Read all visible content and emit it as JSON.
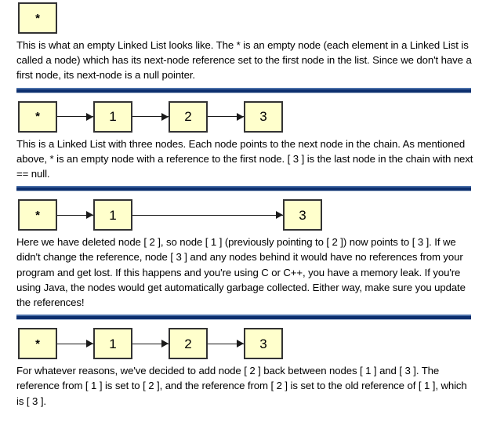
{
  "page": {
    "background": "#ffffff",
    "node_fill": "#ffffcc",
    "node_border": "#333333",
    "divider_color": "#0d2f6e",
    "text_color": "#000000"
  },
  "labels": {
    "star": "*",
    "one": "1",
    "two": "2",
    "three": "3"
  },
  "sections": [
    {
      "id": "empty-list",
      "nodes": [
        "*"
      ],
      "arrows": [],
      "text": "This is what an empty Linked List looks like. The * is an empty node (each element in a Linked List is called a node) which has its next-node reference set to the first node in the list. Since we don't have a first node, its next-node is a null pointer.",
      "divider_after": true
    },
    {
      "id": "three-nodes",
      "nodes": [
        "*",
        "1",
        "2",
        "3"
      ],
      "arrows": [
        "short",
        "short",
        "short"
      ],
      "text": "This is a Linked List with three nodes. Each node points to the next node in the chain. As mentioned above, * is an empty node with a reference to the first node. [ 3 ] is the last node in the chain with next == null.",
      "divider_after": true
    },
    {
      "id": "deleted-node",
      "nodes": [
        "*",
        "1",
        "3"
      ],
      "arrows": [
        "short",
        "long"
      ],
      "text": "Here we have deleted node [ 2 ], so node [ 1 ] (previously pointing to [ 2 ]) now points to [ 3 ]. If we didn't change the reference, node [ 3 ] and any nodes behind it would have no references from your program and get lost. If this happens and you're using C or C++, you have a memory leak. If you're using Java, the nodes would get automatically garbage collected. Either way, make sure you update the references!",
      "divider_after": true
    },
    {
      "id": "reinserted-node",
      "nodes": [
        "*",
        "1",
        "2",
        "3"
      ],
      "arrows": [
        "short",
        "short",
        "short"
      ],
      "text": "For whatever reasons, we've decided to add node [ 2 ] back between nodes [ 1 ] and [ 3 ]. The reference from [ 1 ] is set to [ 2 ], and the reference from [ 2 ] is set to the old reference of [ 1 ], which is [ 3 ].",
      "divider_after": false
    }
  ]
}
